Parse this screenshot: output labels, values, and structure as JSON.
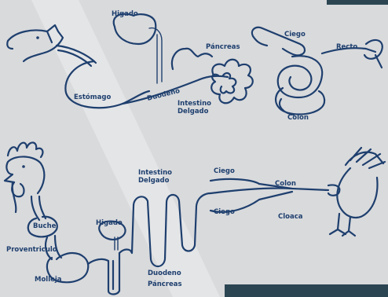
{
  "diagram": {
    "pig": {
      "labels": {
        "higado": "Higado",
        "pancreas": "Páncreas",
        "ciego": "Ciego",
        "recto": "Recto",
        "estomago": "Estómago",
        "duodeno": "Duodeno",
        "intestino_line1": "Intestino",
        "intestino_line2": "Delgado",
        "colon": "Colon"
      }
    },
    "chicken": {
      "labels": {
        "intestino_line1": "Intestino",
        "intestino_line2": "Delgado",
        "ciego_top": "Ciego",
        "colon": "Colon",
        "ciego_bottom": "Ciego",
        "cloaca": "Cloaca",
        "buche": "Buche",
        "higado": "Higado",
        "proventriculo": "Proventriculo",
        "molleja": "Molleja",
        "duodeno": "Duodeno",
        "pancreas": "Páncreas"
      }
    }
  },
  "colors": {
    "background": "#d9dadc",
    "ink": "#1e3f6e",
    "corner_bar": "#2b4652"
  }
}
